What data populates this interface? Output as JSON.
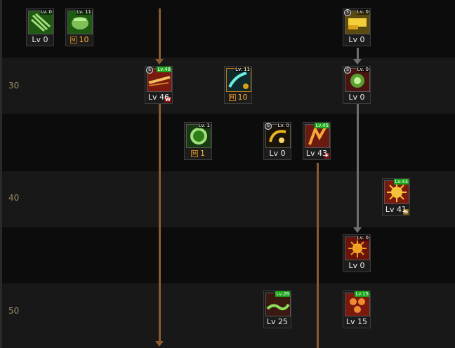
{
  "level_bands": [
    {
      "label": "30"
    },
    {
      "label": "40"
    },
    {
      "label": "50"
    }
  ],
  "colors": {
    "band_light": "#181818",
    "band_dark": "#0c0c0c",
    "line_brown": "#8a5a33",
    "line_gray": "#6f6f6f",
    "green_icon": "#2f7d1a",
    "gold_icon": "#d7a017",
    "red_icon": "#8b1a10",
    "level_label": "#9a8a6a"
  },
  "skills": [
    {
      "id": "green-skill-1",
      "tag": "Lv. 0",
      "tag_green": false,
      "s_badge": false,
      "corner": "",
      "level_text": "Lv 0",
      "m_badge": false,
      "icon": "green-claw-icon"
    },
    {
      "id": "green-skill-2",
      "tag": "Lv. 11",
      "tag_green": false,
      "s_badge": false,
      "corner": "",
      "level_text": "10",
      "m_badge": true,
      "icon": "green-fist-icon"
    },
    {
      "id": "gold-skill-top",
      "tag": "Lv. 0",
      "tag_green": false,
      "s_badge": true,
      "corner": "",
      "level_text": "Lv 0",
      "m_badge": false,
      "icon": "gold-punch-icon"
    },
    {
      "id": "red-skill-slash",
      "tag": "Lv.48",
      "tag_green": true,
      "s_badge": true,
      "corner": "W",
      "level_text": "Lv 46",
      "m_badge": false,
      "icon": "red-slash-icon"
    },
    {
      "id": "blue-skill-dragon",
      "tag": "Lv. 11",
      "tag_green": false,
      "s_badge": false,
      "corner": "",
      "level_text": "10",
      "m_badge": true,
      "icon": "blue-dragon-icon"
    },
    {
      "id": "red-skill-burst",
      "tag": "Lv. 0",
      "tag_green": false,
      "s_badge": true,
      "corner": "",
      "level_text": "Lv 0",
      "m_badge": false,
      "icon": "green-burst-icon"
    },
    {
      "id": "green-skill-ring",
      "tag": "Lv. 1",
      "tag_green": false,
      "s_badge": false,
      "corner": "",
      "level_text": "1",
      "m_badge": true,
      "icon": "green-ring-icon"
    },
    {
      "id": "gold-skill-spin",
      "tag": "Lv. 0",
      "tag_green": false,
      "s_badge": true,
      "corner": "",
      "level_text": "Lv 0",
      "m_badge": false,
      "icon": "gold-spin-icon"
    },
    {
      "id": "red-skill-fire",
      "tag": "Lv.45",
      "tag_green": true,
      "s_badge": false,
      "corner": "F",
      "level_text": "Lv 43",
      "m_badge": false,
      "icon": "fire-fist-icon"
    },
    {
      "id": "red-skill-sun",
      "tag": "Lv.43",
      "tag_green": true,
      "s_badge": false,
      "corner": "G",
      "level_text": "Lv 41",
      "m_badge": false,
      "icon": "sun-burst-icon"
    },
    {
      "id": "red-skill-star",
      "tag": "Lv. 0",
      "tag_green": false,
      "s_badge": false,
      "corner": "",
      "level_text": "Lv 0",
      "m_badge": false,
      "icon": "red-star-icon"
    },
    {
      "id": "green-skill-wave",
      "tag": "Lv.26",
      "tag_green": true,
      "s_badge": false,
      "corner": "",
      "level_text": "Lv 25",
      "m_badge": false,
      "icon": "green-wave-icon"
    },
    {
      "id": "red-skill-orbs",
      "tag": "Lv.15",
      "tag_green": true,
      "s_badge": false,
      "corner": "",
      "level_text": "Lv 15",
      "m_badge": false,
      "icon": "red-orbs-icon"
    }
  ]
}
